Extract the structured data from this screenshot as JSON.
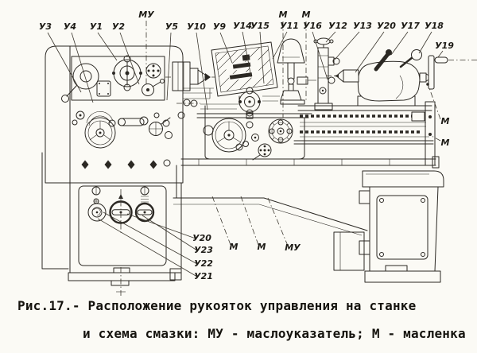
{
  "figure": {
    "caption_line1": "Рис.17.- Расположение рукояток управления на станке",
    "caption_line2": "и схема смазки: МУ - маслоуказатель; М - масленка"
  },
  "labels": {
    "u1": "У1",
    "u2": "У2",
    "u3": "У3",
    "u4": "У4",
    "u5": "У5",
    "u9": "У9",
    "u10": "У10",
    "u11": "У11",
    "u12": "У12",
    "u13": "У13",
    "u14": "У14",
    "u15": "У15",
    "u16": "У16",
    "u17": "У17",
    "u18": "У18",
    "u19": "У19",
    "u20": "У20",
    "u21": "У21",
    "u22": "У22",
    "u23": "У23",
    "mu": "МУ",
    "m": "М"
  },
  "colors": {
    "ink": "#2b2823",
    "paper": "#fbfaf5"
  }
}
